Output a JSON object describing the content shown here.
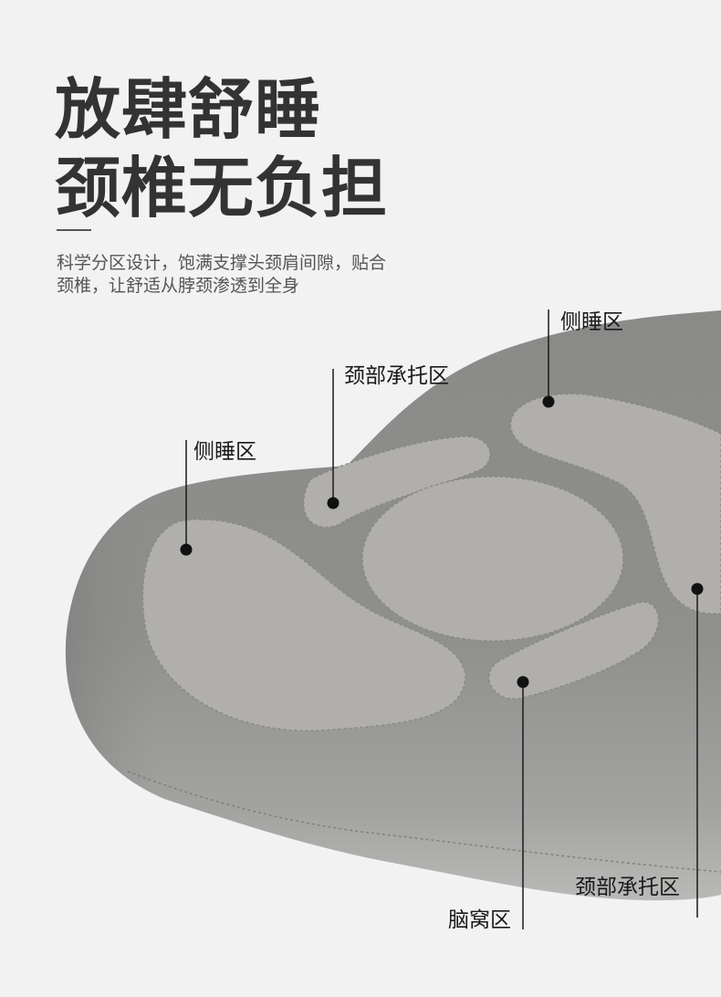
{
  "headline": {
    "line1": "放肆舒睡",
    "line2": "颈椎无负担"
  },
  "description": {
    "line1": "科学分区设计，饱满支撑头颈肩间隙，贴合",
    "line2": "颈椎，让舒适从脖颈渗透到全身"
  },
  "labels": {
    "side_sleep_right": "侧睡区",
    "neck_support_top": "颈部承托区",
    "side_sleep_left": "侧睡区",
    "neck_support_bottom": "颈部承托区",
    "head_rest": "脑窝区"
  },
  "colors": {
    "background": "#f2f2f2",
    "pillow": "#8e8e8c",
    "zone": "#b1afab",
    "text": "#333333"
  }
}
